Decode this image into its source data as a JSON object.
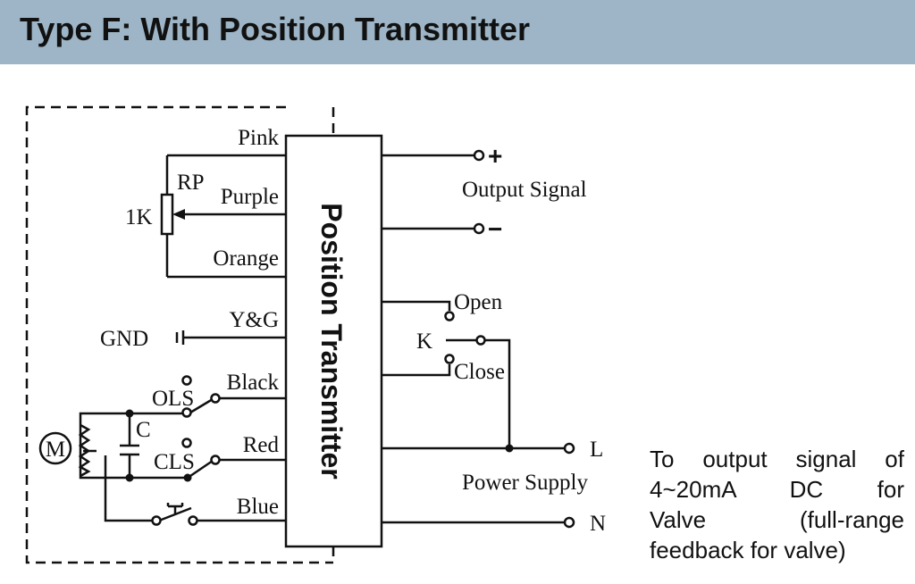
{
  "header": {
    "title": "Type F: With Position Transmitter"
  },
  "colors": {
    "header_bg": "#9db5c6",
    "line": "#111111"
  },
  "transmitter": {
    "label": "Position Transmitter"
  },
  "wires": {
    "pink": "Pink",
    "purple": "Purple",
    "orange": "Orange",
    "yg": "Y&G",
    "black": "Black",
    "red": "Red",
    "blue": "Blue"
  },
  "components": {
    "rp": "RP",
    "r1k": "1K",
    "gnd": "GND",
    "ols": "OLS",
    "cls": "CLS",
    "cap": "C",
    "motor": "M",
    "k": "K",
    "open": "Open",
    "close": "Close"
  },
  "terminals": {
    "plus": "+",
    "minus": "−",
    "output_signal": "Output Signal",
    "l": "L",
    "n": "N",
    "power_supply": "Power Supply"
  },
  "note": {
    "lines": [
      "To output signal of",
      "4~20mA DC for",
      "Valve (full-range",
      "feedback for valve)"
    ]
  }
}
